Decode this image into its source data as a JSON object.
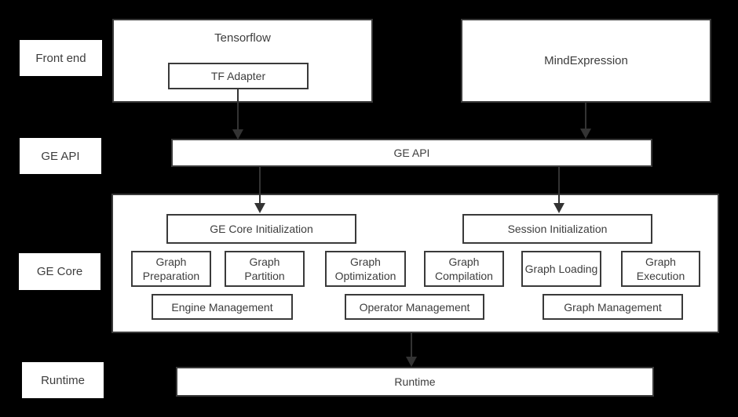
{
  "side_labels": {
    "front_end": "Front end",
    "ge_api": "GE API",
    "ge_core": "GE Core",
    "runtime": "Runtime"
  },
  "front_end": {
    "tensorflow_label": "Tensorflow",
    "tf_adapter_label": "TF Adapter",
    "mind_expression_label": "MindExpression"
  },
  "ge_api": {
    "label": "GE API"
  },
  "ge_core": {
    "ge_core_initialization": "GE Core Initialization",
    "session_initialization": "Session Initialization",
    "modules": [
      "Graph Preparation",
      "Graph Partition",
      "Graph Optimization",
      "Graph Compilation",
      "Graph Loading",
      "Graph Execution"
    ],
    "management": [
      "Engine Management",
      "Operator Management",
      "Graph Management"
    ]
  },
  "runtime": {
    "label": "Runtime"
  },
  "colors": {
    "background": "#000000",
    "box_fill": "#ffffff",
    "box_border": "#3a3a3a",
    "text": "#3d3d3d",
    "arrow": "#333333"
  }
}
